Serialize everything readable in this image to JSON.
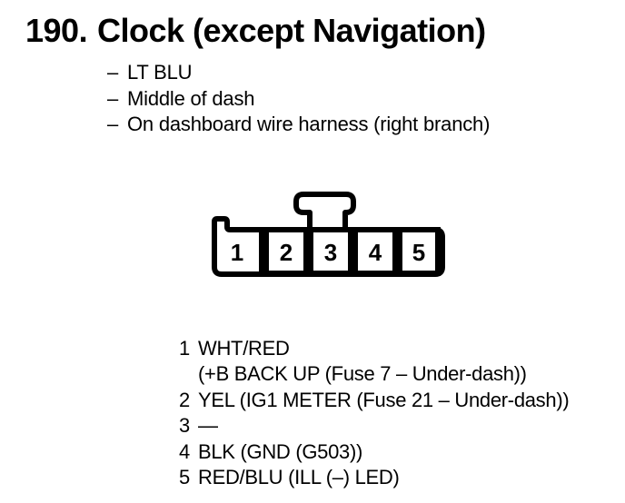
{
  "title": {
    "number": "190.",
    "text": "Clock (except Navigation)"
  },
  "bullet_dash": "–",
  "bullets": [
    {
      "label": "LT BLU"
    },
    {
      "label": "Middle of dash"
    },
    {
      "label": "On dashboard wire harness (right branch)"
    }
  ],
  "connector": {
    "type": "5-pin connector, front view, latch tab on top",
    "pins": [
      "1",
      "2",
      "3",
      "4",
      "5"
    ]
  },
  "pin_list": [
    {
      "pin": "1",
      "lines": {
        "0": "WHT/RED",
        "1": "(+B BACK UP (Fuse 7 – Under-dash))"
      }
    },
    {
      "pin": "2",
      "lines": {
        "0": "YEL (IG1 METER (Fuse 21 – Under-dash))"
      }
    },
    {
      "pin": "3",
      "lines": {
        "0": "—"
      }
    },
    {
      "pin": "4",
      "lines": {
        "0": "BLK (GND (G503))"
      }
    },
    {
      "pin": "5",
      "lines": {
        "0": "RED/BLU (ILL (–) LED)"
      }
    }
  ],
  "colors": {
    "ink": "#000000",
    "background": "#ffffff"
  }
}
